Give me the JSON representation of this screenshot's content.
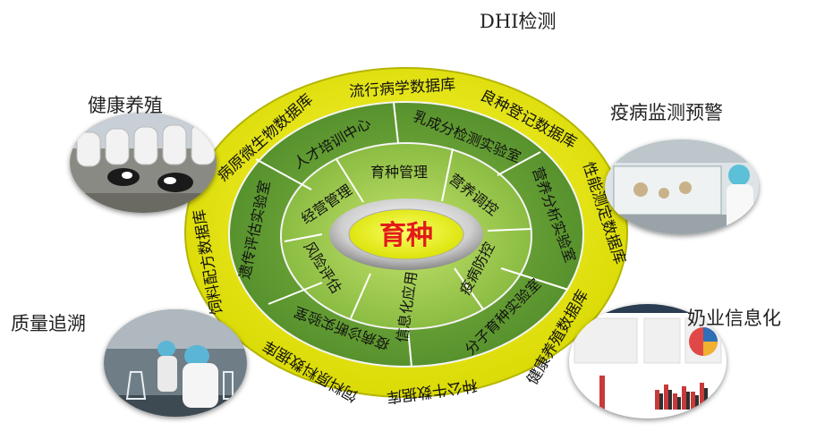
{
  "top_label": "DHI检测",
  "center": {
    "label": "育种"
  },
  "inner_ring": [
    "育种管理",
    "营养调控",
    "疫病防控",
    "信息化应用",
    "风险评估",
    "经营管理"
  ],
  "middle_ring": [
    "人才培训中心",
    "乳成分检测实验室",
    "营养分析实验室",
    "分子育种实验室",
    "疫病诊断实验室",
    "遗传评估实验室"
  ],
  "outer_ring": [
    "流行病学数据库",
    "良种登记数据库",
    "性能测定数据库",
    "健康养殖数据库",
    "种公牛数据库",
    "饲料原料数据库",
    "饲料配方数据库",
    "病原微生物数据库"
  ],
  "photos": {
    "healthy_farming": "健康养殖",
    "disease_monitoring": "疫病监测预警",
    "quality_trace": "质量追溯",
    "dairy_informatization": "奶业信息化"
  },
  "colors": {
    "outer": "#e8e81a",
    "middle": "#6ca23a",
    "inner": "#9fcf4a",
    "center_text": "#e21b1b"
  }
}
